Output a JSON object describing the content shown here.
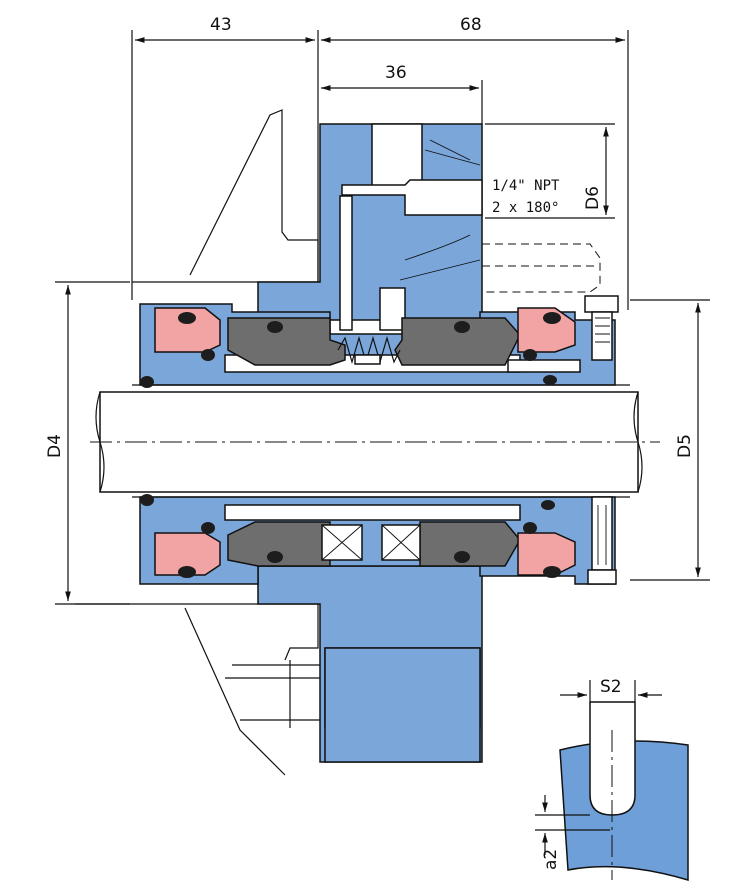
{
  "dimensions": {
    "left_width": "43",
    "right_width": "68",
    "gland_width": "36",
    "d4": "D4",
    "d5": "D5",
    "d6": "D6",
    "s2": "S2",
    "a2": "a2"
  },
  "port_note": {
    "line1": "1/4\" NPT",
    "line2": "2 x 180°"
  },
  "colors": {
    "housing_blue": "#7aa6d9",
    "face_pink": "#f2a3a3",
    "seal_grey": "#6e6e6e",
    "oring_black": "#1d1d1d"
  }
}
